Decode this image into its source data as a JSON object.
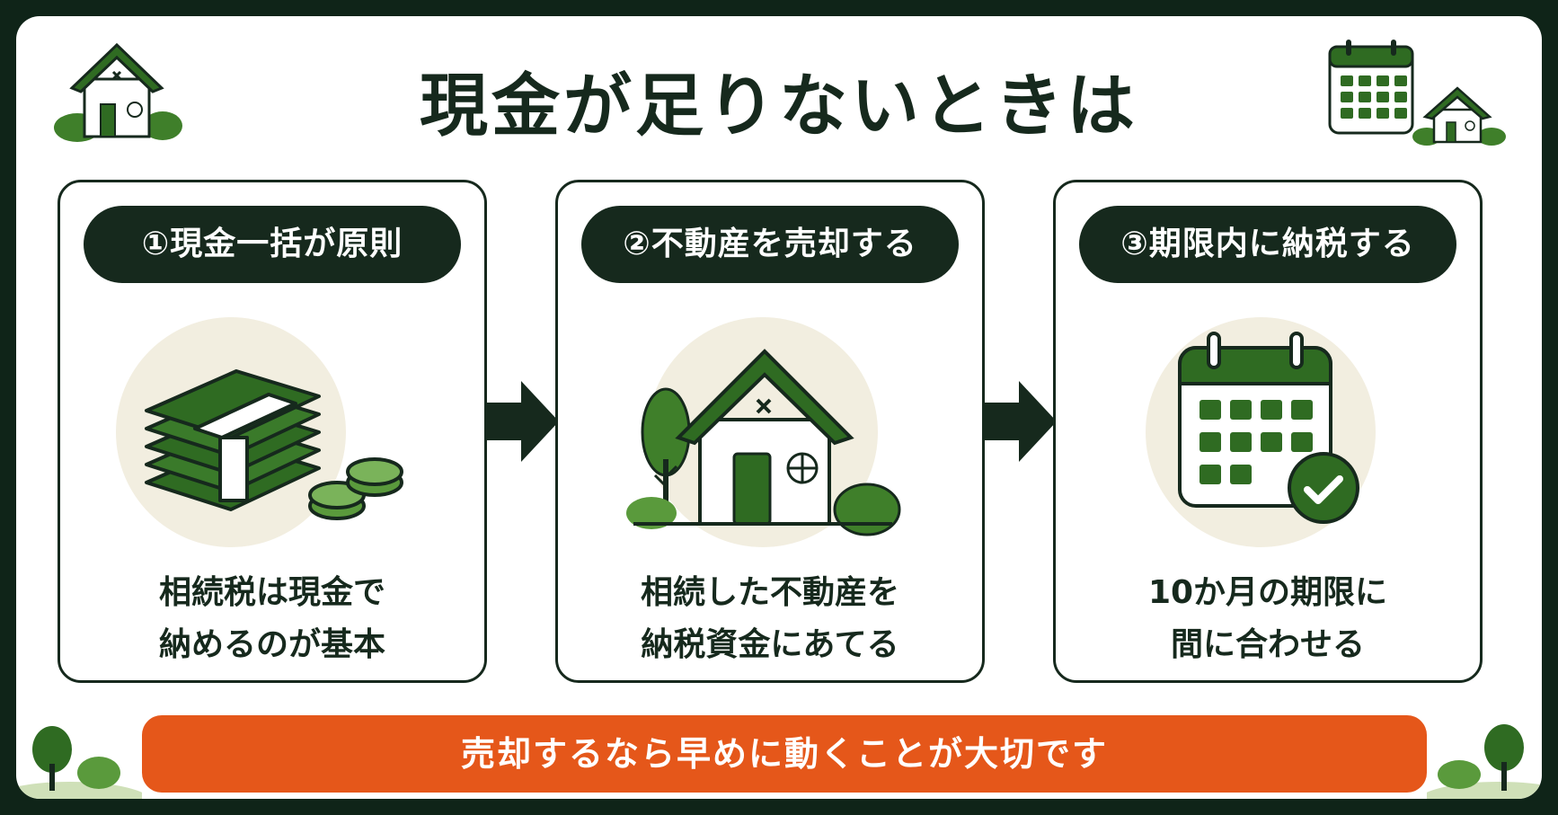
{
  "title": "現金が足りないときは",
  "steps": [
    {
      "label": "①現金一括が原則",
      "desc_line1": "相続税は現金で",
      "desc_line2": "納めるのが基本",
      "illustration": "money-stack-icon"
    },
    {
      "label": "②不動産を売却する",
      "desc_line1": "相続した不動産を",
      "desc_line2": "納税資金にあてる",
      "illustration": "house-icon"
    },
    {
      "label": "③期限内に納税する",
      "desc_line1": "10か月の期限に",
      "desc_line2": "間に合わせる",
      "illustration": "calendar-check-icon"
    }
  ],
  "banner": "売却するなら早めに動くことが大切です",
  "colors": {
    "dark": "#16291d",
    "green": "#2f6b22",
    "light_green": "#5a9a3c",
    "cream": "#f2eee0",
    "orange": "#e5571a"
  }
}
